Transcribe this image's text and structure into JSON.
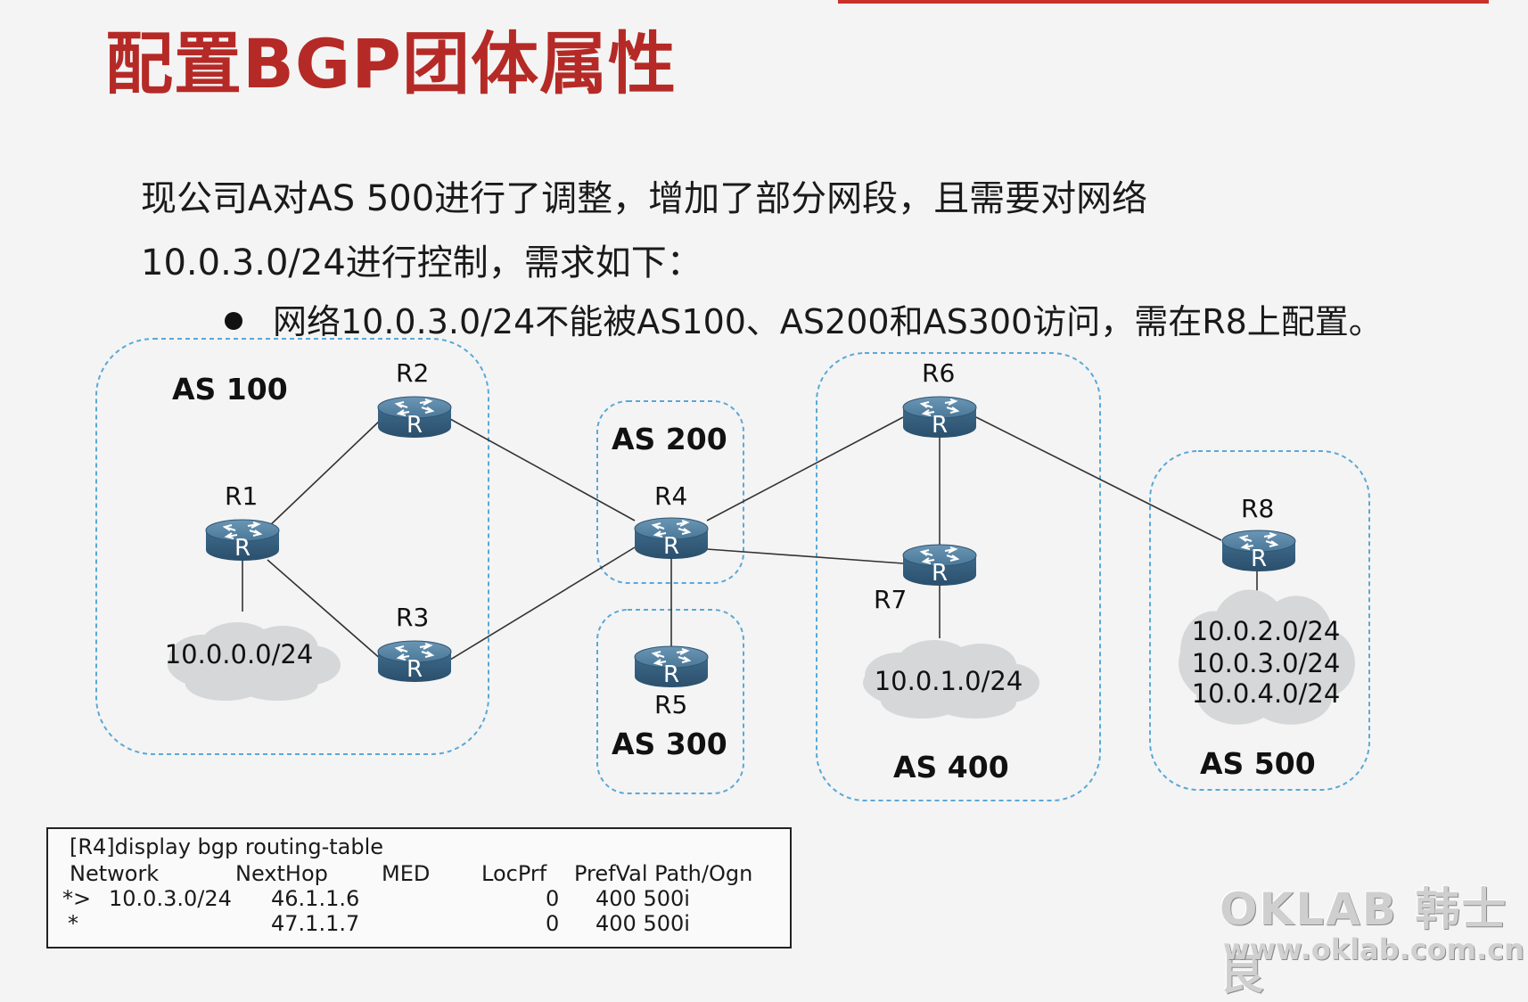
{
  "title": "配置BGP团体属性",
  "intro_line1": "现公司A对AS 500进行了调整，增加了部分网段，且需要对网络",
  "intro_line2": "10.0.3.0/24进行控制，需求如下：",
  "bullet": "网络10.0.3.0/24不能被AS100、AS200和AS300访问，需在R8上配置。",
  "colors": {
    "title": "#b52a26",
    "as_border": "#5aa8d6",
    "router_body": "#3c6c8c"
  },
  "as_areas": [
    "AS 100",
    "AS 200",
    "AS 300",
    "AS 400",
    "AS 500"
  ],
  "routers": [
    "R1",
    "R2",
    "R3",
    "R4",
    "R5",
    "R6",
    "R7",
    "R8"
  ],
  "router_icon_letter": "R",
  "networks": {
    "as100": "10.0.0.0/24",
    "as400": "10.0.1.0/24",
    "as500": [
      "10.0.2.0/24",
      "10.0.3.0/24",
      "10.0.4.0/24"
    ]
  },
  "cli": {
    "command": "[R4]display bgp routing-table",
    "headers": [
      "Network",
      "NextHop",
      "MED",
      "LocPrf",
      "PrefVal Path/Ogn"
    ],
    "rows": [
      {
        "flag": "*>",
        "network": "10.0.3.0/24",
        "nexthop": "46.1.1.6",
        "prefval": "0",
        "path": "400 500i"
      },
      {
        "flag": "*",
        "network": "",
        "nexthop": "47.1.1.7",
        "prefval": "0",
        "path": "400 500i"
      }
    ]
  },
  "watermark": {
    "brand": "OKLAB 韩士良",
    "url": "www.oklab.com.cn"
  }
}
